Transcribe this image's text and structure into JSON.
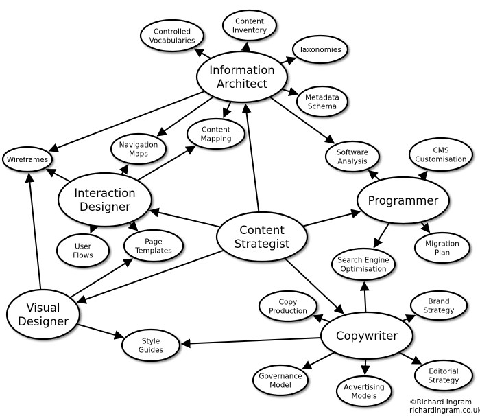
{
  "nodes": [
    {
      "id": "information-architect",
      "lines": [
        "Information",
        "Architect"
      ],
      "size": "big"
    },
    {
      "id": "content-inventory",
      "lines": [
        "Content",
        "Inventory"
      ],
      "size": "small"
    },
    {
      "id": "controlled-vocabularies",
      "lines": [
        "Controlled",
        "Vocabularies"
      ],
      "size": "small"
    },
    {
      "id": "taxonomies",
      "lines": [
        "Taxonomies"
      ],
      "size": "small"
    },
    {
      "id": "metadata-schema",
      "lines": [
        "Metadata",
        "Schema"
      ],
      "size": "small"
    },
    {
      "id": "wireframes",
      "lines": [
        "Wireframes"
      ],
      "size": "small"
    },
    {
      "id": "navigation-maps",
      "lines": [
        "Navigation",
        "Maps"
      ],
      "size": "small"
    },
    {
      "id": "content-mapping",
      "lines": [
        "Content",
        "Mapping"
      ],
      "size": "small"
    },
    {
      "id": "software-analysis",
      "lines": [
        "Software",
        "Analysis"
      ],
      "size": "small"
    },
    {
      "id": "cms-customisation",
      "lines": [
        "CMS",
        "Customisation"
      ],
      "size": "small"
    },
    {
      "id": "interaction-designer",
      "lines": [
        "Interaction",
        "Designer"
      ],
      "size": "big"
    },
    {
      "id": "programmer",
      "lines": [
        "Programmer"
      ],
      "size": "big"
    },
    {
      "id": "user-flows",
      "lines": [
        "User",
        "Flows"
      ],
      "size": "small"
    },
    {
      "id": "page-templates",
      "lines": [
        "Page",
        "Templates"
      ],
      "size": "small"
    },
    {
      "id": "content-strategist",
      "lines": [
        "Content",
        "Strategist"
      ],
      "size": "big"
    },
    {
      "id": "migration-plan",
      "lines": [
        "Migration",
        "Plan"
      ],
      "size": "small"
    },
    {
      "id": "search-engine-optimisation",
      "lines": [
        "Search Engine",
        "Optimisation"
      ],
      "size": "small"
    },
    {
      "id": "visual-designer",
      "lines": [
        "Visual",
        "Designer"
      ],
      "size": "big"
    },
    {
      "id": "copy-production",
      "lines": [
        "Copy",
        "Production"
      ],
      "size": "small"
    },
    {
      "id": "brand-strategy",
      "lines": [
        "Brand",
        "Strategy"
      ],
      "size": "small"
    },
    {
      "id": "copywriter",
      "lines": [
        "Copywriter"
      ],
      "size": "big"
    },
    {
      "id": "style-guides",
      "lines": [
        "Style",
        "Guides"
      ],
      "size": "small"
    },
    {
      "id": "governance-model",
      "lines": [
        "Governance",
        "Model"
      ],
      "size": "small"
    },
    {
      "id": "advertising-models",
      "lines": [
        "Advertising",
        "Models"
      ],
      "size": "small"
    },
    {
      "id": "editorial-strategy",
      "lines": [
        "Editorial",
        "Strategy"
      ],
      "size": "small"
    }
  ],
  "edges": [
    [
      "information-architect",
      "controlled-vocabularies"
    ],
    [
      "information-architect",
      "content-inventory"
    ],
    [
      "information-architect",
      "taxonomies"
    ],
    [
      "information-architect",
      "metadata-schema"
    ],
    [
      "information-architect",
      "wireframes"
    ],
    [
      "information-architect",
      "navigation-maps"
    ],
    [
      "information-architect",
      "content-mapping"
    ],
    [
      "information-architect",
      "software-analysis"
    ],
    [
      "interaction-designer",
      "wireframes"
    ],
    [
      "interaction-designer",
      "navigation-maps"
    ],
    [
      "interaction-designer",
      "content-mapping"
    ],
    [
      "interaction-designer",
      "user-flows"
    ],
    [
      "interaction-designer",
      "page-templates"
    ],
    [
      "content-strategist",
      "information-architect"
    ],
    [
      "content-strategist",
      "interaction-designer"
    ],
    [
      "content-strategist",
      "programmer"
    ],
    [
      "content-strategist",
      "visual-designer"
    ],
    [
      "content-strategist",
      "copywriter"
    ],
    [
      "programmer",
      "software-analysis"
    ],
    [
      "programmer",
      "cms-customisation"
    ],
    [
      "programmer",
      "migration-plan"
    ],
    [
      "programmer",
      "search-engine-optimisation"
    ],
    [
      "visual-designer",
      "wireframes"
    ],
    [
      "visual-designer",
      "page-templates"
    ],
    [
      "visual-designer",
      "style-guides"
    ],
    [
      "copywriter",
      "search-engine-optimisation"
    ],
    [
      "copywriter",
      "copy-production"
    ],
    [
      "copywriter",
      "brand-strategy"
    ],
    [
      "copywriter",
      "style-guides"
    ],
    [
      "copywriter",
      "governance-model"
    ],
    [
      "copywriter",
      "advertising-models"
    ],
    [
      "copywriter",
      "editorial-strategy"
    ]
  ],
  "credit": {
    "line1": "©Richard Ingram",
    "line2": "richardingram.co.uk"
  }
}
